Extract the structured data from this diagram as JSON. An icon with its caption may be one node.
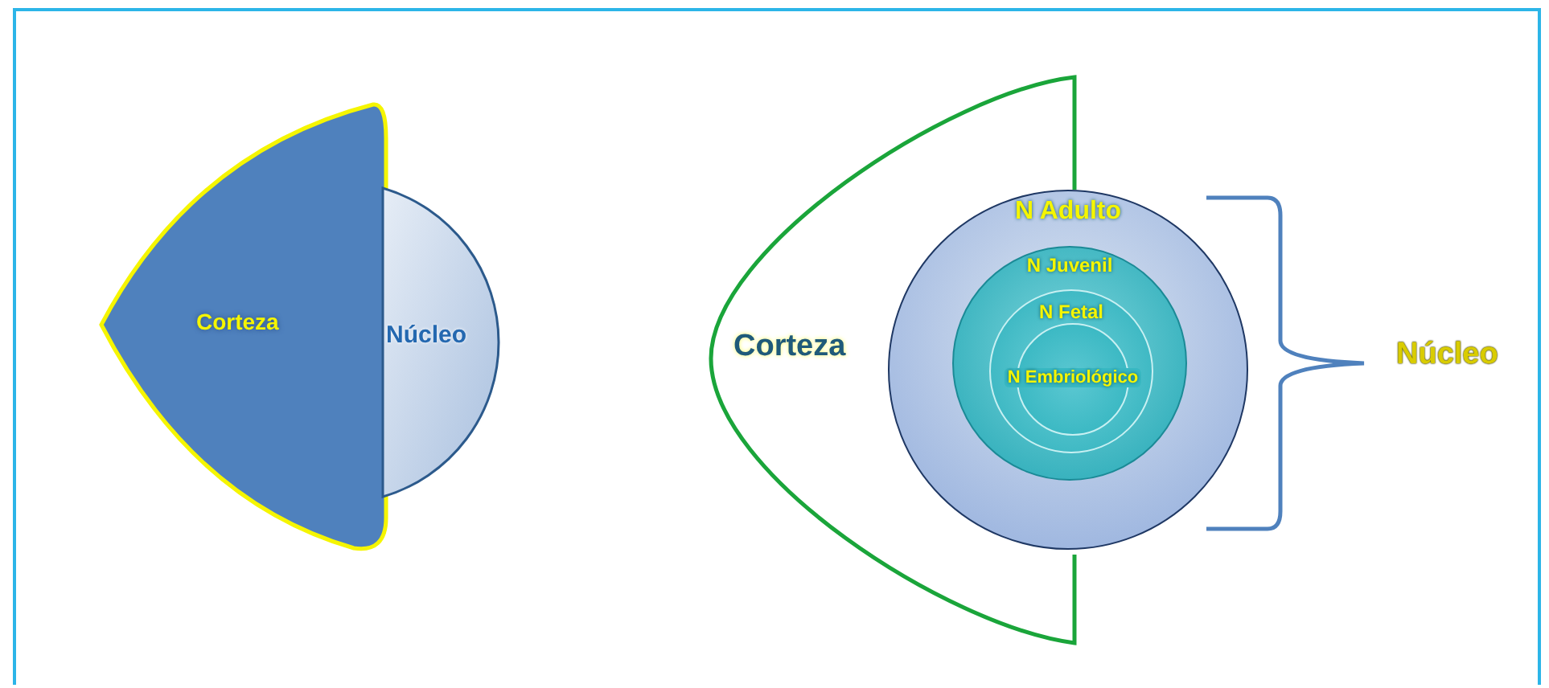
{
  "diagram": {
    "nodes": [
      {
        "text": [
          "Corteza"
        ]
      },
      {
        "text": [
          "Núcleo"
        ]
      },
      {
        "text": [
          "Corteza"
        ]
      },
      {
        "text": [
          "N Adulto"
        ]
      },
      {
        "text": [
          "N Juvenil"
        ],
        "in": 3
      },
      {
        "text": [
          "N Fetal"
        ],
        "in": 4
      },
      {
        "text": [
          "N Embriológico"
        ],
        "in": 5
      }
    ],
    "edges": [],
    "labels": [
      "Núcleo"
    ]
  }
}
